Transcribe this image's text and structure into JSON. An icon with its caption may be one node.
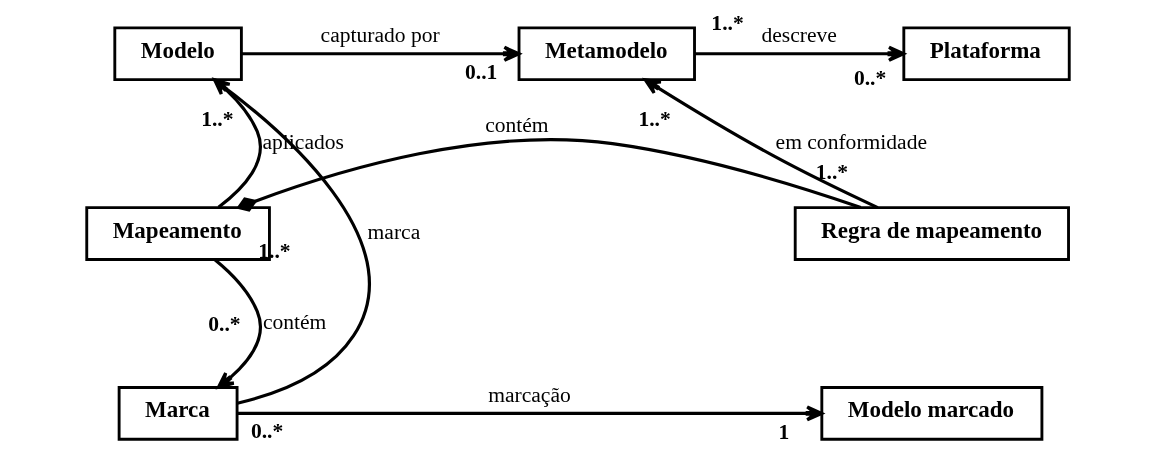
{
  "diagram": {
    "nodes": [
      {
        "text": [
          "Modelo"
        ]
      },
      {
        "text": [
          "Metamodelo"
        ]
      },
      {
        "text": [
          "Plataforma"
        ]
      },
      {
        "text": [
          "Mapeamento"
        ]
      },
      {
        "text": [
          "Regra de mapeamento"
        ]
      },
      {
        "text": [
          "Marca"
        ]
      },
      {
        "text": [
          "Modelo marcado"
        ]
      }
    ],
    "edges": [
      {
        "from": 0,
        "to": 1,
        "arrow": "to",
        "label": "capturado por"
      },
      {
        "from": 1,
        "to": 2,
        "arrow": "to",
        "label": "descreve"
      },
      {
        "from": 3,
        "to": 0,
        "arrow": "to",
        "label": "aplicados"
      },
      {
        "from": 4,
        "to": 1,
        "arrow": "to",
        "label": "em conformidade"
      },
      {
        "from": 4,
        "to": 3,
        "arrow": "other",
        "label": "contém"
      },
      {
        "from": 3,
        "to": 5,
        "arrow": "to",
        "label": "contém"
      },
      {
        "from": 5,
        "to": 6,
        "arrow": "to",
        "label": "marcação"
      },
      {
        "from": 0,
        "to": 5,
        "arrow": "none",
        "label": "marca"
      }
    ],
    "labels": [
      "0..1",
      "1..*",
      "0..*",
      "1..*",
      "1..*",
      "1..*",
      "1..*",
      "0..*",
      "1",
      "0..*"
    ]
  }
}
